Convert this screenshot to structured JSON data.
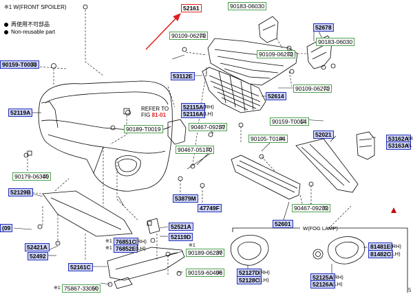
{
  "header": {
    "title": "※1 W(FRONT SPOILER)",
    "legend_reusable": "再使用不可部品",
    "legend_nonreusable": "Non-reusable part"
  },
  "refer": {
    "line1": "REFER TO",
    "line2": "FIG",
    "fig": "81-01"
  },
  "section": {
    "fog_lamp": "W(FOG LAMP)"
  },
  "marks": {
    "star1": "※1",
    "star1b": "※1",
    "star1c": "※1",
    "star1d": "※1"
  },
  "corner": {
    "page": "5"
  },
  "parts": {
    "p52161": "52161",
    "p90183a": "90183-06030",
    "p90109a": "90109-06272",
    "p90109a_qty": "(3)",
    "p52678": "52678",
    "p90183b": "90183-06030",
    "p90109b": "90109-06272",
    "p90109b_qty": "(2)",
    "p90159a": "90159-T0033",
    "p90159a_qty": "(3)",
    "p53112e": "53112E",
    "p52614": "52614",
    "p90109c": "90109-06272",
    "p90109c_qty": "(2)",
    "p52119a": "52119A",
    "p52115a": "52115A",
    "p52115a_side": "(RH)",
    "p52116a": "52116A",
    "p52116a_side": "(LH)",
    "p90189": "90189-T0019",
    "p90467a": "90467-09237",
    "p90467a_qty": "(2)",
    "p90159b": "90159-T0014",
    "p90159b_qty": "(2)",
    "p90105": "90105-T0144",
    "p90105_qty": "(4)",
    "p52021": "52021",
    "p53162a": "53162A",
    "p53162a_side": "(R",
    "p53163a": "53163A",
    "p53163a_side": "(L",
    "p90467b": "90467-05170",
    "p90467b_qty": "(2)",
    "p90179": "90179-06349",
    "p90179_qty": "(2)",
    "p52129b": "52129B",
    "p53879m": "53879M",
    "p47749f": "47749F",
    "p90467c": "90467-09232",
    "p90467c_qty": "(6)",
    "p52601": "52601",
    "p09": "(09",
    "p52521a": "52521A",
    "p52119d": "52119D",
    "p76851c": "76851C",
    "p76851c_side": "(RH)",
    "p76852e": "76852E",
    "p76852e_side": "(LH)",
    "p52421a": "52421A",
    "p52492": "52492",
    "p90189b": "90189-06237",
    "p90189b_qty": "(8)",
    "p52161c": "52161C",
    "p90159c": "90159-60496",
    "p90159c_qty": "(8)",
    "p75867": "75867-33050",
    "p75867_qty": "(4)",
    "p52127d": "52127D",
    "p52127d_side": "(RH)",
    "p52128c": "52128C",
    "p52128c_side": "(LH)",
    "p52125a": "52125A",
    "p52125a_side": "(RH)",
    "p52126a": "52126A",
    "p52126a_side": "(LH)",
    "p81481e": "81481E",
    "p81481e_side": "(RH)",
    "p81482c": "81482C",
    "p81482c_side": "(LH)"
  }
}
